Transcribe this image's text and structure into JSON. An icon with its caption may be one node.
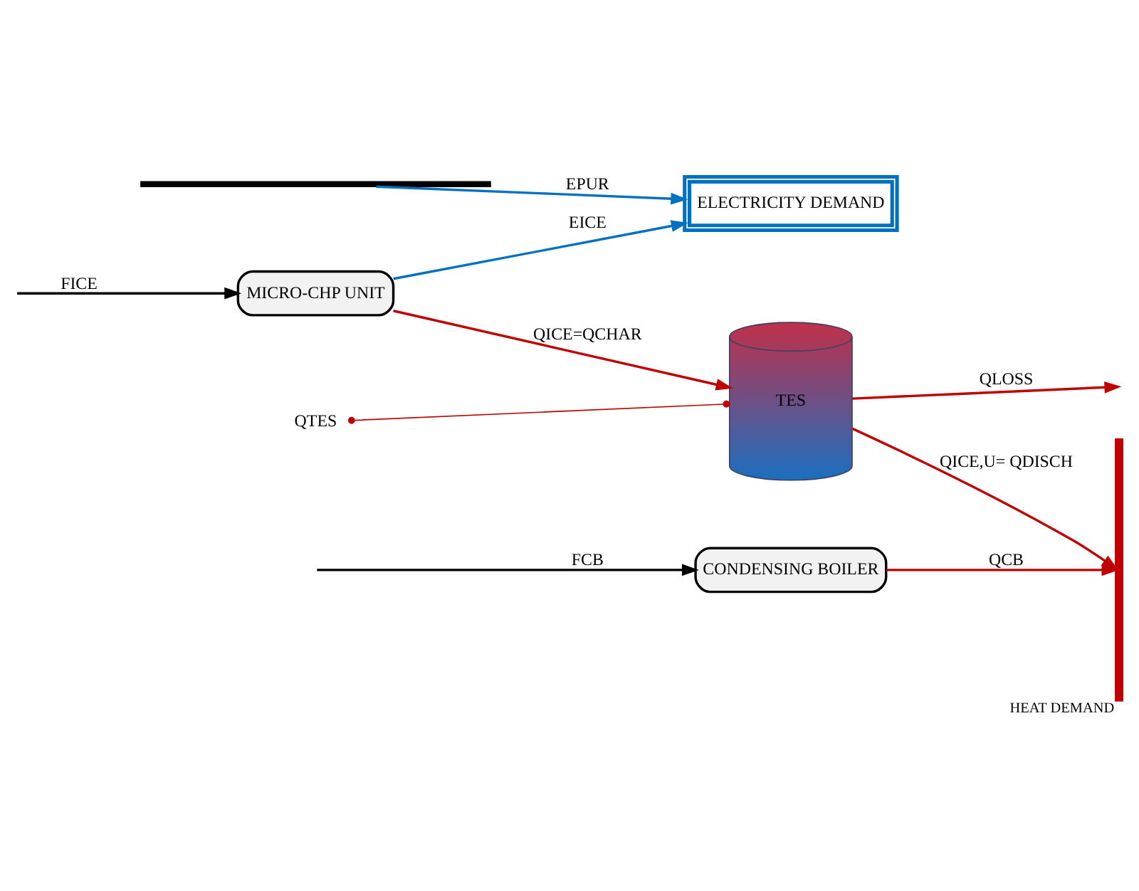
{
  "diagram": {
    "nodes": [
      {
        "text": [
          "CONDENSING BOILER"
        ]
      },
      {
        "text": [
          "MICRO-CHP UNIT"
        ]
      },
      {
        "text": [
          "TES"
        ]
      },
      {
        "text": [
          "HEAT DEMAND"
        ]
      },
      {
        "text": [
          "ELECTRICITY DEMAND"
        ]
      },
      {
        "text": [],
        "shape": "bar"
      },
      {
        "text": [
          "QTES"
        ]
      }
    ],
    "edges": [
      {
        "from": null,
        "to": 0,
        "arrow": "to",
        "label": "FCB",
        "color": "#000000"
      },
      {
        "from": 0,
        "to": 3,
        "arrow": "to",
        "label": "QCB"
      },
      {
        "from": null,
        "to": 1,
        "arrow": "to",
        "label": "FICE",
        "color": "#000000"
      },
      {
        "from": 1,
        "to": 2,
        "arrow": "to",
        "label": "QICE=QCHAR"
      },
      {
        "from": 2,
        "to": 3,
        "arrow": "to",
        "label": "QICE,U= QDISCH"
      },
      {
        "from": 2,
        "to": null,
        "arrow": "to",
        "label": "QLOSS"
      },
      {
        "from": 1,
        "to": 4,
        "arrow": "to",
        "label": "EICE",
        "color": "#0070c0"
      },
      {
        "from": 5,
        "to": 4,
        "arrow": "to",
        "label": "EPUR",
        "color": "#0070c0"
      },
      {
        "from": 6,
        "to": 2,
        "arrow": "other"
      }
    ]
  }
}
